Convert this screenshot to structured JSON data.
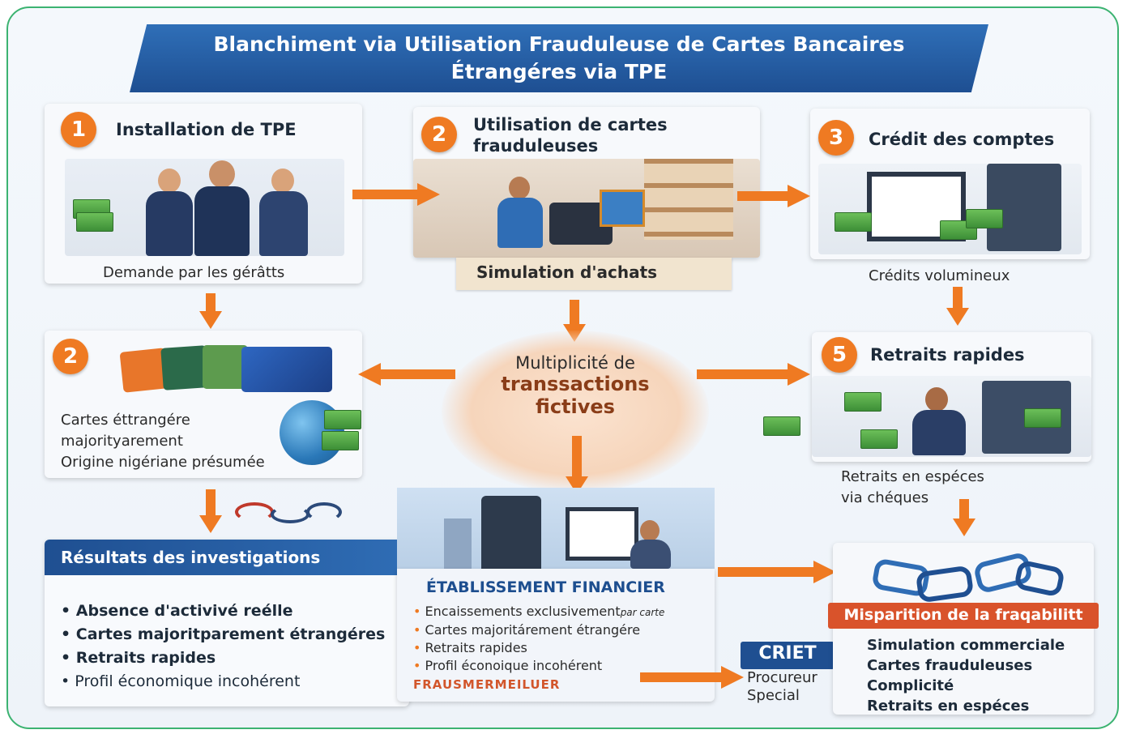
{
  "title": {
    "line1": "Blanchiment via Utilisation Frauduleuse de Cartes Bancaires",
    "line2": "Étrangéres via TPE"
  },
  "steps": {
    "s1": {
      "number": "1",
      "title": "Installation de TPE",
      "caption": "Demande par les gérâtts"
    },
    "s2": {
      "number": "2",
      "title_line1": "Utilisation de cartes",
      "title_line2": "frauduleuses",
      "caption": "Simulation d'achats"
    },
    "s3": {
      "number": "3",
      "title": "Crédit des comptes",
      "caption": "Crédits volumineux"
    },
    "s4": {
      "number": "2",
      "line1": "Cartes éttrangére",
      "line2": "majorityarement",
      "line3": "Origine nigériane présumée"
    },
    "s5": {
      "number": "5",
      "title": "Retraits rapides",
      "caption_line1": "Retraits en espéces",
      "caption_line2": "via chéques"
    }
  },
  "center": {
    "line1": "Multiplicité de",
    "line2": "transsactions",
    "line3": "fictives"
  },
  "investigations": {
    "title": "Résultats des investigations",
    "items": [
      "Absence d'activivé reélle",
      "Cartes majoritparement étrangéres",
      "Retraits rapides",
      "Profil économique incohérent"
    ]
  },
  "financial": {
    "title": "ÉTABLISSEMENT FINANCIER",
    "items": [
      "Encaissements exclusivement",
      "Cartes majoritárement étrangére",
      "Retraits rapides",
      "Profil éconoique incohérent"
    ],
    "item1_suffix": "par carte",
    "footer": "FRAUSMERMEILUER"
  },
  "criet": {
    "badge": "CRIET",
    "line1": "Procureur",
    "line2": "Special"
  },
  "traceability": {
    "title": "Misparition de la fraqabilitt",
    "items": [
      "Simulation commerciale",
      "Cartes frauduleuses",
      "Complicité",
      "Retraits en espéces"
    ]
  },
  "colors": {
    "accent": "#ef7a22",
    "banner": "#1e4f92",
    "frame": "#3cb371",
    "heading": "#1d4e8f"
  }
}
